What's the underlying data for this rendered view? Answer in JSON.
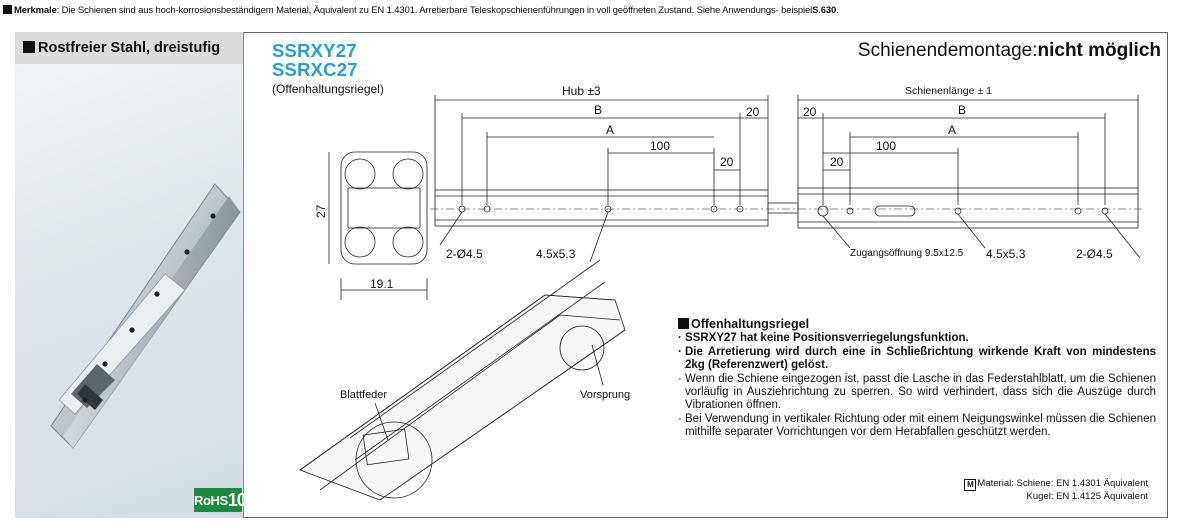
{
  "note": {
    "label": "Merkmale",
    "text": ": Die Schienen sind aus hoch-korrosionsbeständigem Material, Äquivalent zu EN 1.4301. Arretierbare Teleskopschienenführungen in voll geöffneten Zustand. Siehe Anwendungs- beispiel",
    "ref": "S.630",
    "end": "."
  },
  "left_panel": {
    "title": "Rostfreier Stahl, dreistufig",
    "rohs_prefix": "RoHS",
    "rohs_number": "10"
  },
  "product": {
    "code1": "SSRXY27",
    "code2": "SSRXC27",
    "subtitle": "(Offenhaltungsriegel)",
    "demount_label": "Schienendemontage:",
    "demount_value": "nicht möglich"
  },
  "drawing": {
    "hub": "Hub ±3",
    "rail_length": "Schienenlänge ± 1",
    "B": "B",
    "A": "A",
    "d100": "100",
    "d20": "20",
    "h27": "27",
    "w19": "19.1",
    "hole_left": "2-Ø4.5",
    "slot_left": "4.5x5.3",
    "access": "Zugangsöffnung 9.5x12.5",
    "slot_right": "4.5x5.3",
    "hole_right": "2-Ø4.5",
    "blattfeder": "Blattfeder",
    "vorsprung": "Vorsprung"
  },
  "info": {
    "title": "Offenhaltungsriegel",
    "b1": "SSRXY27 hat keine Positionsverriegelungsfunktion.",
    "b2": "Die Arretierung wird durch eine in Schließrichtung wirkende Kraft von mindestens 2kg (Referenzwert) gelöst.",
    "p1": "Wenn die Schiene eingezogen ist, passt die Lasche in das Federstahlblatt, um die Schienen vorläufig in Ausziehrichtung zu sperren. So wird verhindert, dass sich die Auszüge durch Vibrationen öffnen.",
    "p2": "Bei Verwendung in vertikaler Richtung oder mit einem Neigungswinkel müssen die Schienen mithilfe separater Vorrichtungen vor dem Herabfallen geschützt werden."
  },
  "material": {
    "icon": "M",
    "line1": "Material: Schiene: EN 1.4301 Äquivalent",
    "line2": "Kugel: EN 1.4125 Äquivalent"
  }
}
